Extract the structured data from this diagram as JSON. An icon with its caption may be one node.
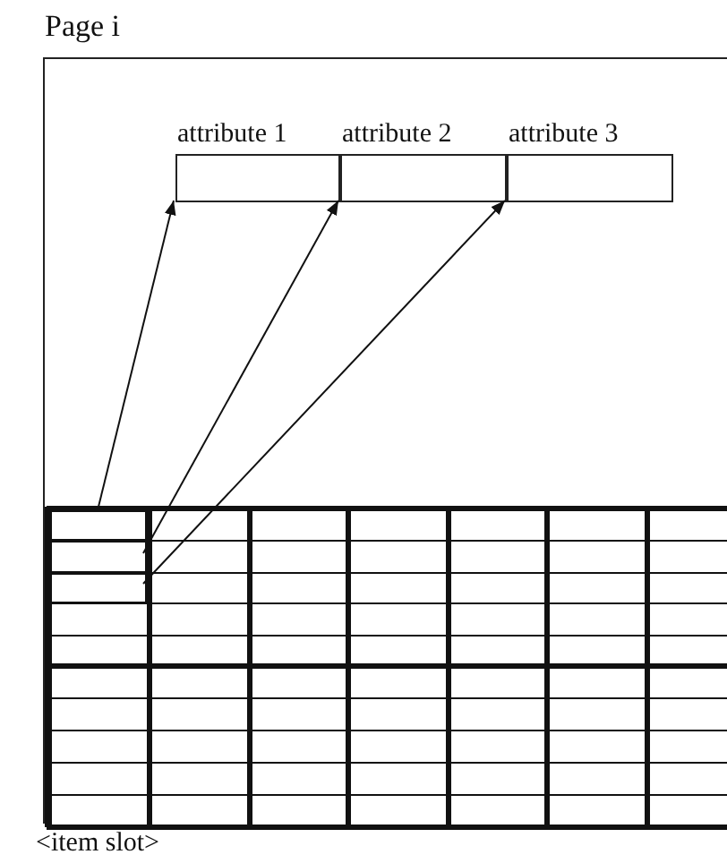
{
  "diagram": {
    "nodes": [
      {
        "text": [
          "Page i"
        ]
      },
      {
        "text": [
          "attribute 1"
        ],
        "in": 0
      },
      {
        "text": [
          "attribute 2"
        ],
        "in": 0
      },
      {
        "text": [
          "attribute 3"
        ],
        "in": 0
      },
      {
        "text": [],
        "shape": "box",
        "in": 0
      },
      {
        "text": [],
        "shape": "box",
        "in": 4
      },
      {
        "text": [],
        "shape": "box",
        "in": 4
      },
      {
        "text": [],
        "shape": "box",
        "in": 4
      }
    ],
    "edges": [
      {
        "from": 5,
        "to": 1,
        "arrow": "to"
      },
      {
        "from": 6,
        "to": 2,
        "arrow": "to"
      },
      {
        "from": 7,
        "to": 3,
        "arrow": "to"
      }
    ],
    "labels": [
      "<item slot>"
    ]
  }
}
